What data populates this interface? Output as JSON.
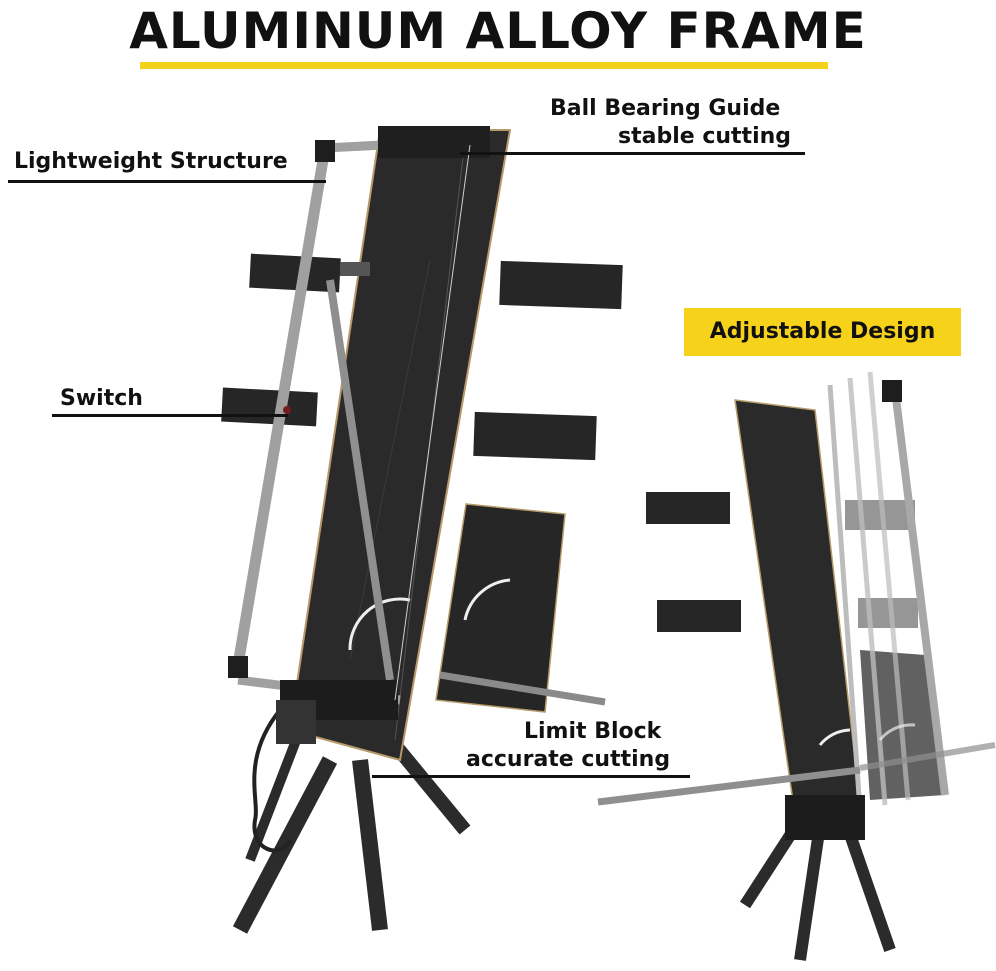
{
  "title": "ALUMINUM ALLOY FRAME",
  "callouts": {
    "ball_bearing_line1": "Ball Bearing Guide",
    "ball_bearing_line2": "stable cutting",
    "lightweight": "Lightweight Structure",
    "switch": "Switch",
    "limit_line1": "Limit Block",
    "limit_line2": "accurate cutting"
  },
  "badge": "Adjustable Design",
  "colors": {
    "accent": "#f2d21a",
    "board": "#2a2a2a",
    "frame": "#9c9c9c"
  }
}
